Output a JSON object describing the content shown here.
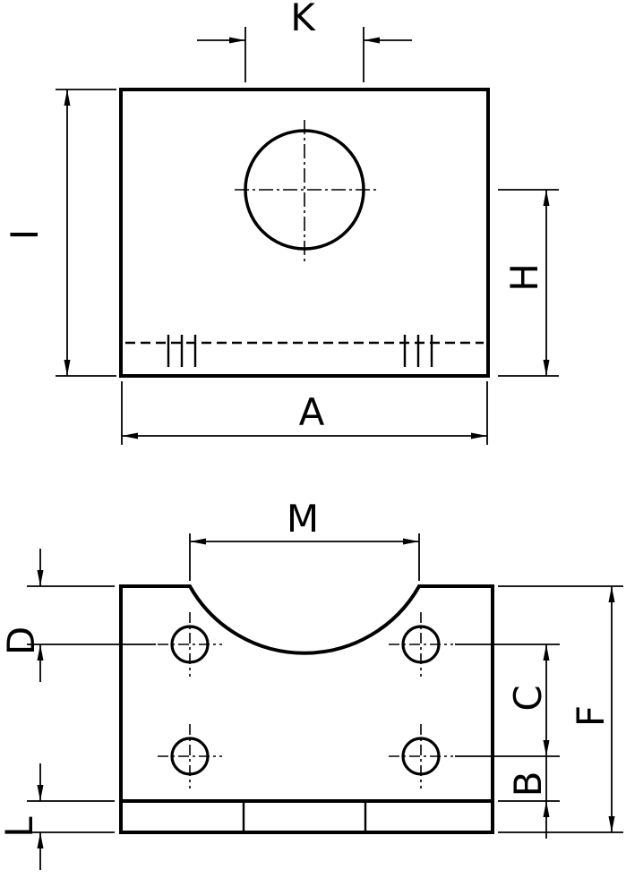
{
  "drawing": {
    "background_color": "#ffffff",
    "line_color": "#000000",
    "front_view": {
      "dim_bore_width_label": "K",
      "dim_overall_height_label": "I",
      "dim_bore_center_height_label": "H",
      "dim_overall_width_label": "A"
    },
    "bottom_view": {
      "dim_saddle_width_label": "M",
      "dim_top_to_hole_row_label": "D",
      "dim_hole_row_spacing_label": "C",
      "dim_hole_to_base_label": "B",
      "dim_overall_height_label": "F",
      "dim_base_thickness_label": "L"
    }
  }
}
